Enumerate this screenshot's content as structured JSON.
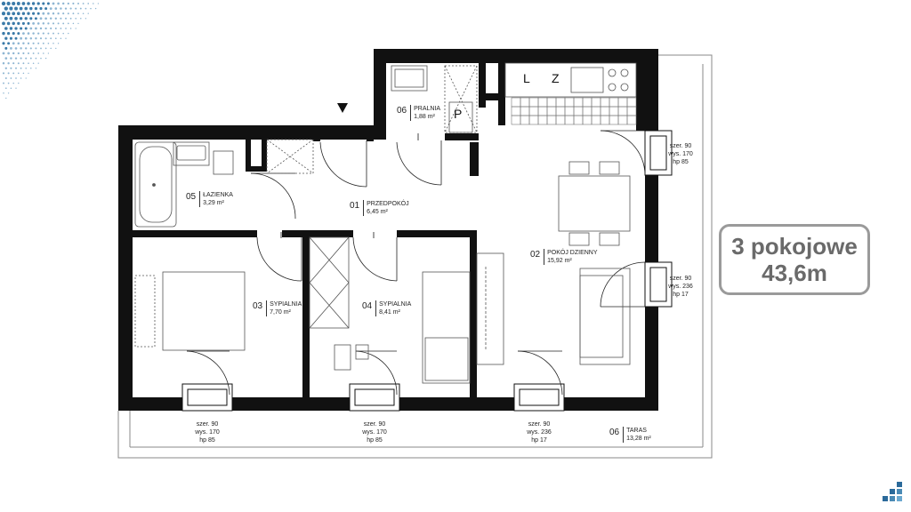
{
  "badge": {
    "line1": "3 pokojowe",
    "line2": "43,6m"
  },
  "rooms": [
    {
      "num": "01",
      "name": "PRZEDPOKÓJ",
      "area": "6,45 m²"
    },
    {
      "num": "02",
      "name": "POKÓJ DZIENNY",
      "area": "15,92 m²"
    },
    {
      "num": "03",
      "name": "SYPIALNIA",
      "area": "7,70 m²"
    },
    {
      "num": "04",
      "name": "SYPIALNIA",
      "area": "8,41 m²"
    },
    {
      "num": "05",
      "name": "ŁAZIENKA",
      "area": "3,29 m²"
    },
    {
      "num": "06",
      "name": "PRALNIA",
      "area": "1,88 m²"
    },
    {
      "num": "06",
      "name": "TARAS",
      "area": "13,28 m²"
    }
  ],
  "letters": {
    "p": "P",
    "l": "L",
    "z": "Z"
  },
  "windows": [
    {
      "w": "szer. 90",
      "h": "wys. 170",
      "hp": "hp 85"
    },
    {
      "w": "szer. 90",
      "h": "wys. 236",
      "hp": "hp 17"
    },
    {
      "w": "szer. 90",
      "h": "wys. 170",
      "hp": "hp 85"
    },
    {
      "w": "szer. 90",
      "h": "wys. 170",
      "hp": "hp 85"
    },
    {
      "w": "szer. 90",
      "h": "wys. 236",
      "hp": "hp 17"
    }
  ]
}
